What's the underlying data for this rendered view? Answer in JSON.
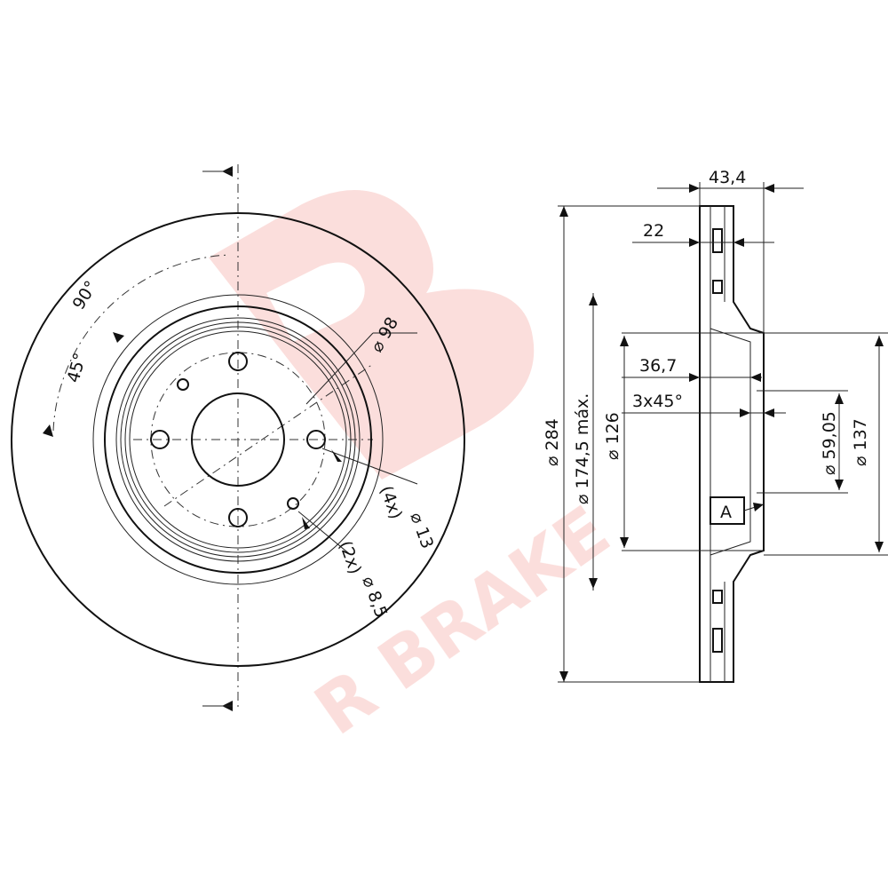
{
  "watermark": {
    "brand": "R BRAKE",
    "logo_letters": "RB",
    "color": "#f08a80"
  },
  "front_view": {
    "angle_90": "90°",
    "angle_45": "45°",
    "pcd": "⌀ 98",
    "holes_4x_count": "(4x)",
    "holes_4x_dia": "⌀ 13",
    "holes_2x_count": "(2x)",
    "holes_2x_dia": "⌀ 8,5"
  },
  "side_view": {
    "total_thickness": "43,4",
    "disc_thickness": "22",
    "hat_depth": "36,7",
    "chamfer": "3x45°",
    "outer_dia": "⌀ 284",
    "min_dia": "⌀ 174,5 máx.",
    "hat_dia": "⌀ 126",
    "center_bore": "⌀ 59,05",
    "hub_dia": "⌀ 137",
    "datum": "A"
  }
}
